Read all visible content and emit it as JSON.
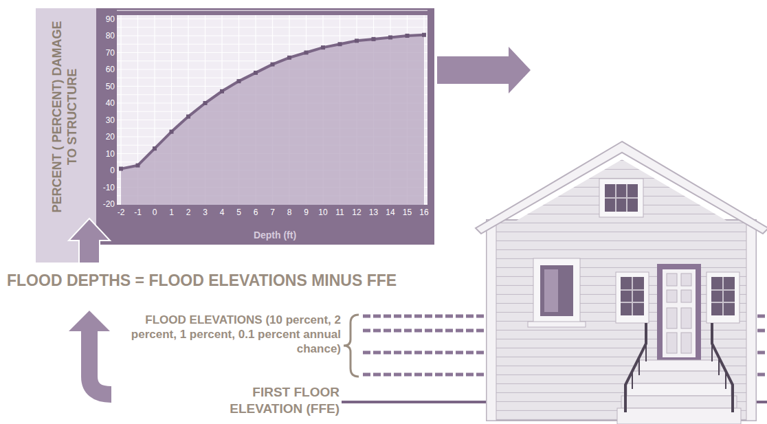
{
  "diagram": {
    "nodes": [
      {
        "text": [
          "PERCENT ( PERCENT) DAMAGE TO STRUCTURE",
          "Depth (ft)"
        ]
      }
    ],
    "labels": [
      "90",
      "80",
      "70",
      "60",
      "50",
      "40",
      "30",
      "20",
      "10",
      "0",
      "-10",
      "-20",
      "-2",
      "-1",
      "0",
      "1",
      "2",
      "3",
      "4",
      "5",
      "6",
      "7",
      "8",
      "9",
      "10",
      "11",
      "12",
      "13",
      "14",
      "15",
      "16",
      "FLOOD DEPTHS = FLOOD ELEVATIONS MINUS FFE",
      "FLOOD ELEVATIONS (10 percent, 2 percent, 1 percent, 0.1 percent annual chance)",
      "FIRST FLOOR ELEVATION (FFE)"
    ]
  }
}
